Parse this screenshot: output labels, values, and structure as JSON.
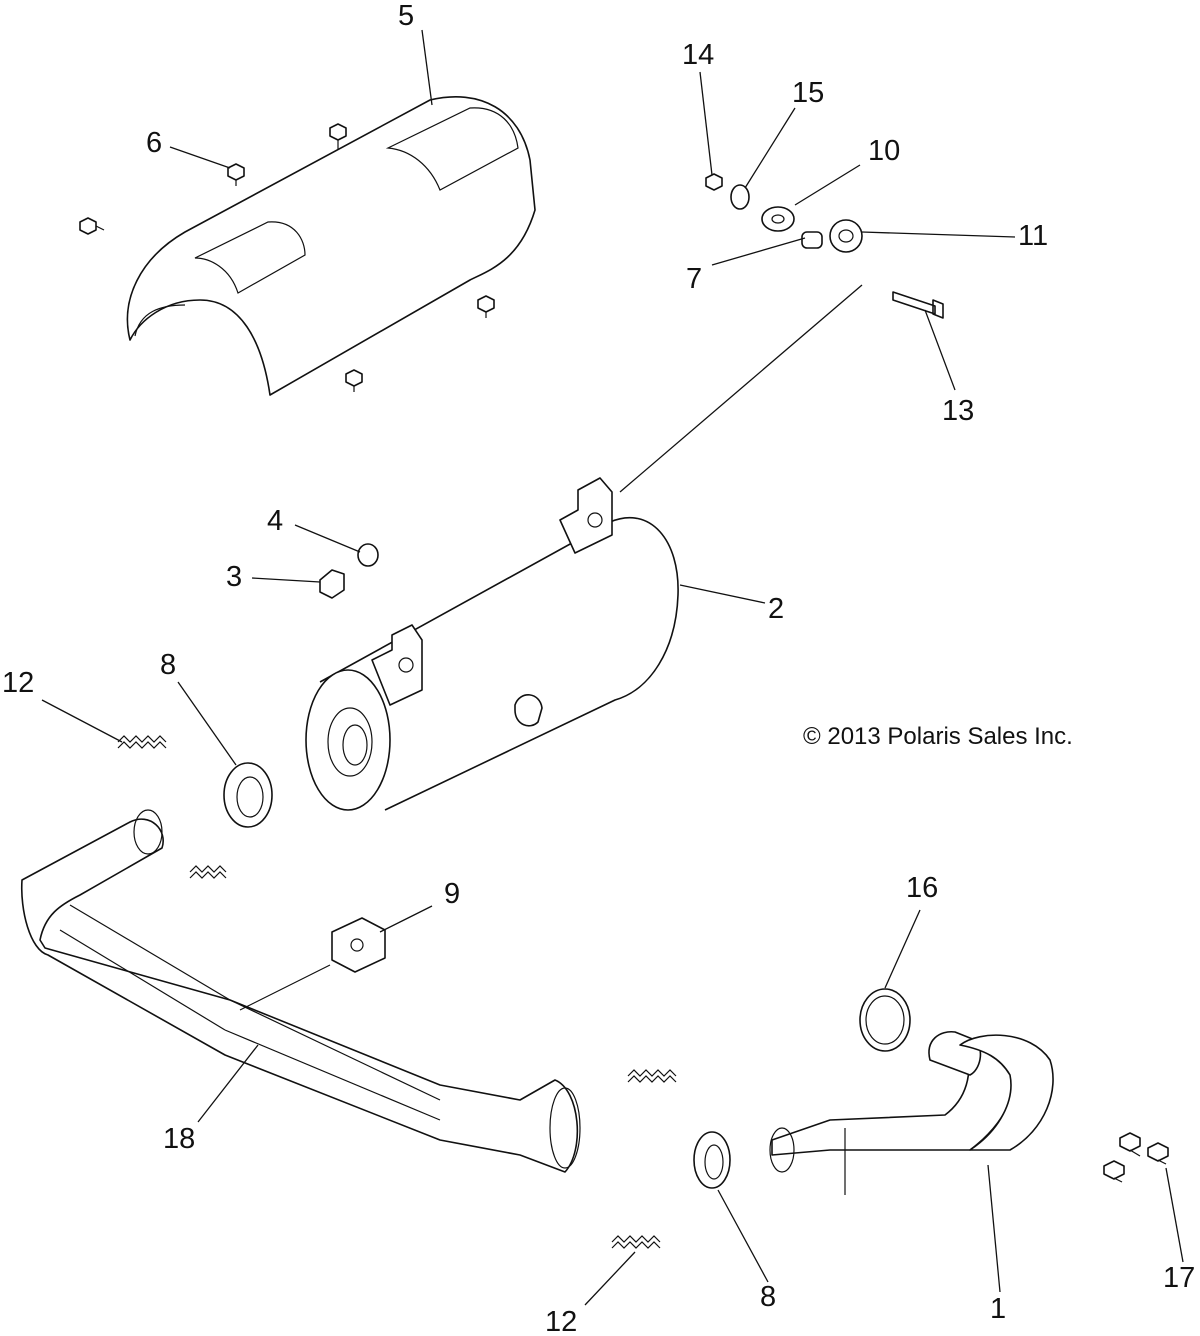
{
  "copyright": "© 2013 Polaris Sales Inc.",
  "callouts": {
    "c1": "1",
    "c2": "2",
    "c3": "3",
    "c4": "4",
    "c5": "5",
    "c6": "6",
    "c7": "7",
    "c8a": "8",
    "c8b": "8",
    "c9": "9",
    "c10": "10",
    "c11": "11",
    "c12a": "12",
    "c12b": "12",
    "c13": "13",
    "c14": "14",
    "c15": "15",
    "c16": "16",
    "c17": "17",
    "c18": "18"
  }
}
